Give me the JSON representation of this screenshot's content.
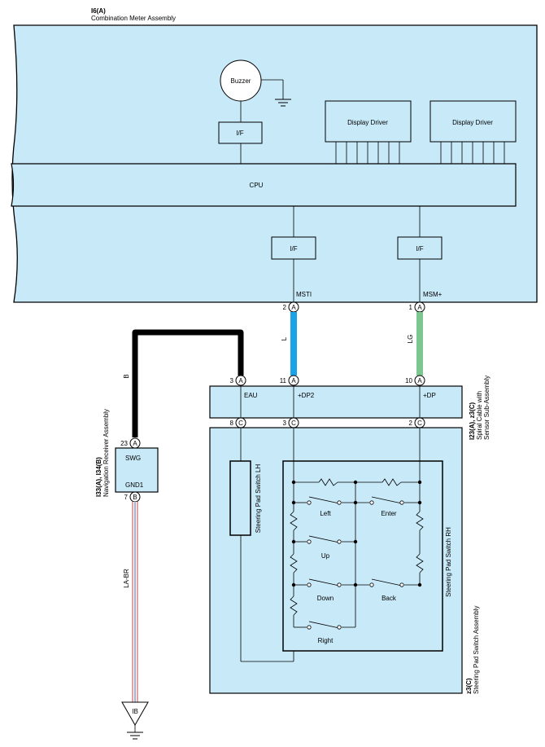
{
  "meter": {
    "code": "I6(A)",
    "name": "Combination Meter Assembly",
    "buzzer": "Buzzer",
    "if_label": "I/F",
    "display_driver": "Display Driver",
    "cpu": "CPU",
    "msti": "MSTI",
    "msm": "MSM+",
    "pin_msti": "2",
    "pin_msm": "1",
    "conn": "A"
  },
  "wires": {
    "black": "B",
    "blue": "L",
    "green": "LG",
    "striped": "LA-BR",
    "colors": {
      "black": "#000000",
      "blue": "#1aa3e6",
      "green": "#7cc68f",
      "stripe1": "#d98c8c",
      "stripe2": "#8f9dc8"
    }
  },
  "spiral": {
    "code": "I23(A), z3(C)",
    "name1": "Spiral Cable with",
    "name2": "Sensor Sub-Assembly",
    "pins_top": [
      "3",
      "11",
      "10"
    ],
    "conn_top": "A",
    "pins_bottom": [
      "8",
      "3",
      "2"
    ],
    "conn_bottom": "C",
    "eau": "EAU",
    "dp2": "+DP2",
    "dp": "+DP"
  },
  "nav": {
    "code": "I33(A), I34(B)",
    "name": "Navigation Receiver Assembly",
    "swg": "SWG",
    "gnd1": "GND1",
    "pin_swg": "23",
    "conn_swg": "A",
    "pin_gnd": "7",
    "conn_gnd": "B"
  },
  "steering": {
    "code": "z3(C)",
    "name": "Steering Pad Switch Assembly",
    "lh": "Steering Pad Switch LH",
    "rh": "Steering Pad Switch RH",
    "left": "Left",
    "enter": "Enter",
    "up": "Up",
    "down": "Down",
    "back": "Back",
    "right": "Right"
  },
  "ground": {
    "label": "IB"
  },
  "colors": {
    "panel": "#c8e9f8",
    "stroke": "#000000"
  }
}
